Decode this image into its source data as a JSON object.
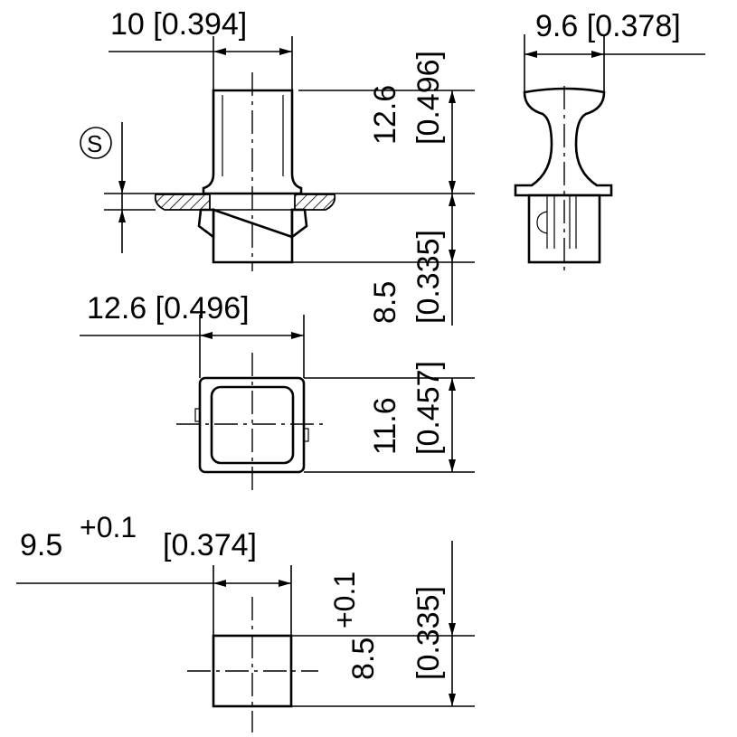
{
  "dimensions": {
    "top_width": "10 [0.394]",
    "side_width": "9.6 [0.378]",
    "height_upper_value": "12.6",
    "height_upper_inch": "[0.496]",
    "height_lower_value": "8.5",
    "height_lower_inch": "[0.335]",
    "square_width": "12.6 [0.496]",
    "square_height_value": "11.6",
    "square_height_inch": "[0.457]",
    "cutout_width_value": "9.5",
    "cutout_width_tol": "+0.1",
    "cutout_width_inch": "[0.374]",
    "cutout_height_value": "8.5",
    "cutout_height_tol": "+0.1",
    "cutout_height_inch": "[0.335]"
  },
  "symbols": {
    "panel_thickness_symbol": "S"
  },
  "icons": {
    "panel_symbol": "circle-s-icon"
  }
}
